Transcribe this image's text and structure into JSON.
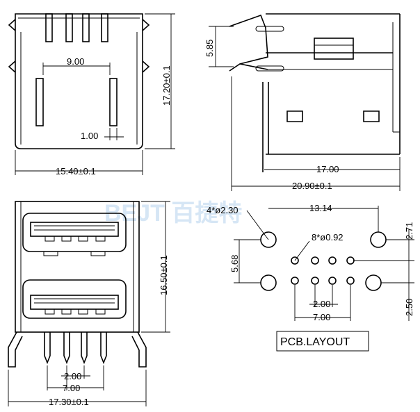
{
  "views": {
    "front": {
      "width_dim": "15.40±0.1",
      "height_dim": "17.20±0.1",
      "pin_span_dim": "9.00",
      "pin_width_dim": "1.00"
    },
    "side": {
      "height_dim": "5.85",
      "inner_length_dim": "17.00",
      "total_length_dim": "20.90±0.1"
    },
    "stacked": {
      "height_dim": "16.50±0.1",
      "pitch_dim": "2.00",
      "pin_span_dim": "7.00",
      "width_dim": "17.30±0.1"
    },
    "pcb": {
      "title": "PCB.LAYOUT",
      "mount_holes_dim": "4*ø2.30",
      "pin_holes_dim": "8*ø0.92",
      "hole_span_dim": "13.14",
      "row_offset_dim": "5.68",
      "top_offset_dim": "2.71",
      "bottom_offset_dim": "2.50",
      "pitch_dim": "2.00",
      "pin_span_dim": "7.00"
    }
  },
  "watermark": "BEJT 百捷特"
}
